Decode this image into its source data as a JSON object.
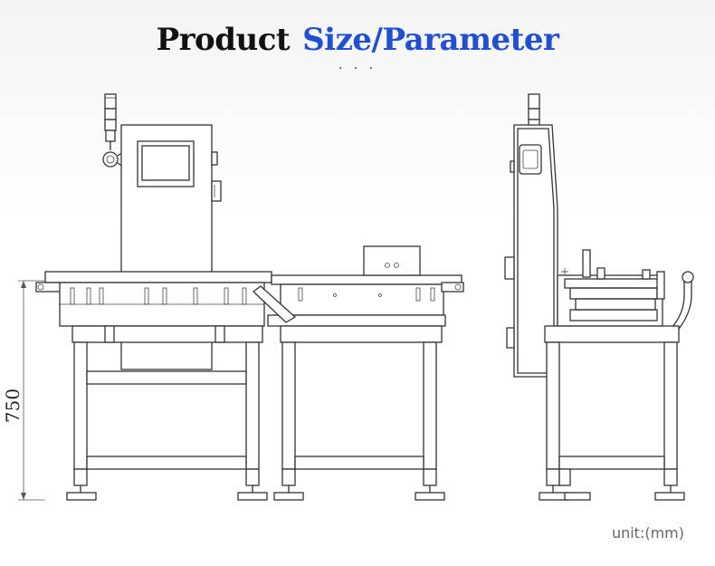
{
  "header": {
    "title_word_1": "Product",
    "title_word_2": "Size/Parameter",
    "ellipsis": "· · ·"
  },
  "drawing": {
    "height_dimension": "750",
    "unit_label": "unit:(mm)"
  },
  "colors": {
    "title_dark": "#111111",
    "title_accent": "#1f4fd8",
    "line": "#333333"
  }
}
